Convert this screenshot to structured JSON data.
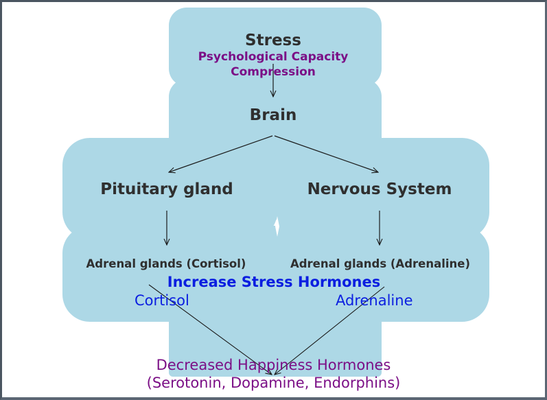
{
  "diagram": {
    "nodes": {
      "stress": {
        "title": "Stress",
        "subtitle_line1": "Psychological Capacity",
        "subtitle_line2": "Compression"
      },
      "brain": {
        "title": "Brain"
      },
      "pituitary": {
        "title": "Pituitary gland"
      },
      "nervous": {
        "title": "Nervous System"
      },
      "adrenal_cortisol": {
        "title": "Adrenal glands (Cortisol)"
      },
      "adrenal_adrenaline": {
        "title": "Adrenal glands (Adrenaline)"
      },
      "stress_hormones": {
        "title": "Increase Stress Hormones",
        "left": "Cortisol",
        "right": "Adrenaline"
      },
      "happiness": {
        "line1": "Decreased Happiness Hormones",
        "line2": "(Serotonin, Dopamine, Endorphins)"
      }
    },
    "edges": [
      {
        "from": "stress",
        "to": "brain"
      },
      {
        "from": "brain",
        "to": "pituitary"
      },
      {
        "from": "brain",
        "to": "nervous"
      },
      {
        "from": "pituitary",
        "to": "adrenal_cortisol"
      },
      {
        "from": "nervous",
        "to": "adrenal_adrenaline"
      },
      {
        "from": "cortisol",
        "to": "happiness"
      },
      {
        "from": "adrenaline",
        "to": "happiness"
      }
    ],
    "colors": {
      "node_fill": "#add8e6",
      "title_text": "#2f2f2f",
      "subtitle_text": "#7b0f86",
      "stress_hormone_text": "#0b1ee0",
      "happiness_text": "#7b0f86",
      "frame": "#4b5661"
    }
  }
}
